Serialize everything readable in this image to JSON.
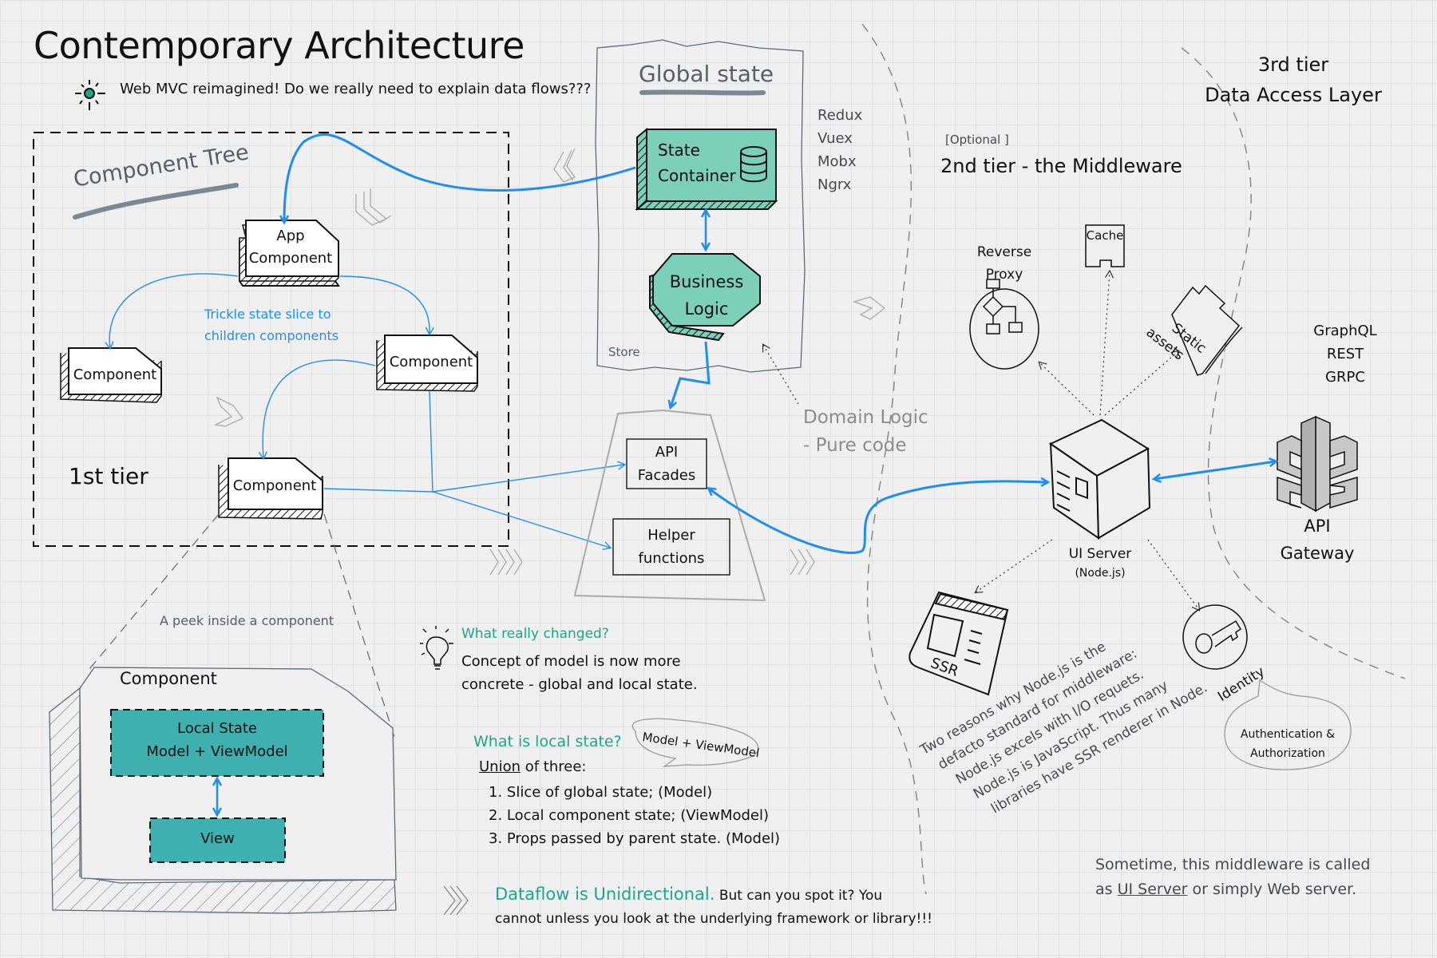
{
  "header": {
    "title": "Contemporary Architecture",
    "subtitle": "Web MVC reimagined! Do we really need to explain data flows???",
    "subtitle_icon": "sun-icon"
  },
  "colors": {
    "teal_block": "#7ccfb8",
    "teal_dark": "#3fb0b0",
    "arrow_blue": "#1e8ff0",
    "accent_teal_text": "#1fa58a",
    "muted_heading": "#55606c"
  },
  "tier1": {
    "section_title": "Component Tree",
    "tier_label": "1st tier",
    "app_component": [
      "App",
      "Component"
    ],
    "components": [
      "Component",
      "Component",
      "Component"
    ],
    "trickle_note": [
      "Trickle state slice to",
      "children components"
    ]
  },
  "global_state": {
    "title": "Global state",
    "state_container": [
      "State",
      "Container"
    ],
    "business_logic": [
      "Business",
      "Logic"
    ],
    "store_label": "Store",
    "libraries": [
      "Redux",
      "Vuex",
      "Mobx",
      "Ngrx"
    ]
  },
  "domain": {
    "api_facades": [
      "API",
      "Facades"
    ],
    "helper_functions": [
      "Helper",
      "functions"
    ],
    "domain_logic_note": [
      "Domain Logic",
      "- Pure code"
    ]
  },
  "tier2": {
    "optional_tag": "[Optional ]",
    "title": "2nd tier - the Middleware",
    "reverse_proxy": [
      "Reverse",
      "Proxy"
    ],
    "cache": "Cache",
    "static_assets": [
      "Static",
      "assets"
    ],
    "ui_server": "UI Server",
    "ui_server_sub": "(Node.js)",
    "ssr": "SSR",
    "identity": "Identity",
    "auth_bubble": [
      "Authentication &",
      "Authorization"
    ],
    "node_reasons": [
      "Two reasons why Node.js is the",
      "defacto standard for middleware:",
      "Node.js excels with I/O requets.",
      "Node.js is JavaScript. Thus many",
      "libraries have SSR renderer in Node."
    ],
    "footnote_line1": "Sometime, this middleware is called",
    "footnote_prefix": "as ",
    "footnote_link": "UI Server",
    "footnote_suffix": " or simply Web server."
  },
  "tier3": {
    "title": [
      "3rd tier",
      "Data Access Layer"
    ],
    "protocols": [
      "GraphQL",
      "REST",
      "GRPC"
    ],
    "gateway": [
      "API",
      "Gateway"
    ]
  },
  "peek": {
    "caption": "A peek inside a component",
    "component_title": "Component",
    "local_state": [
      "Local State",
      "Model + ViewModel"
    ],
    "view": "View"
  },
  "notes": {
    "what_changed_title": "What really changed?",
    "what_changed_body": [
      "Concept of model is now more",
      "concrete - global and local state."
    ],
    "local_state_title": "What is local state?",
    "bubble": "Model + ViewModel",
    "union_word": "Union",
    "union_rest": " of three:",
    "items": [
      "1. Slice of global state; (Model)",
      "2. Local component state; (ViewModel)",
      "3. Props passed by parent state. (Model)"
    ],
    "dataflow_highlight": "Dataflow is Unidirectional.",
    "dataflow_rest1": " But can you spot it? You",
    "dataflow_rest2": "cannot unless you look at the underlying framework or library!!!"
  }
}
